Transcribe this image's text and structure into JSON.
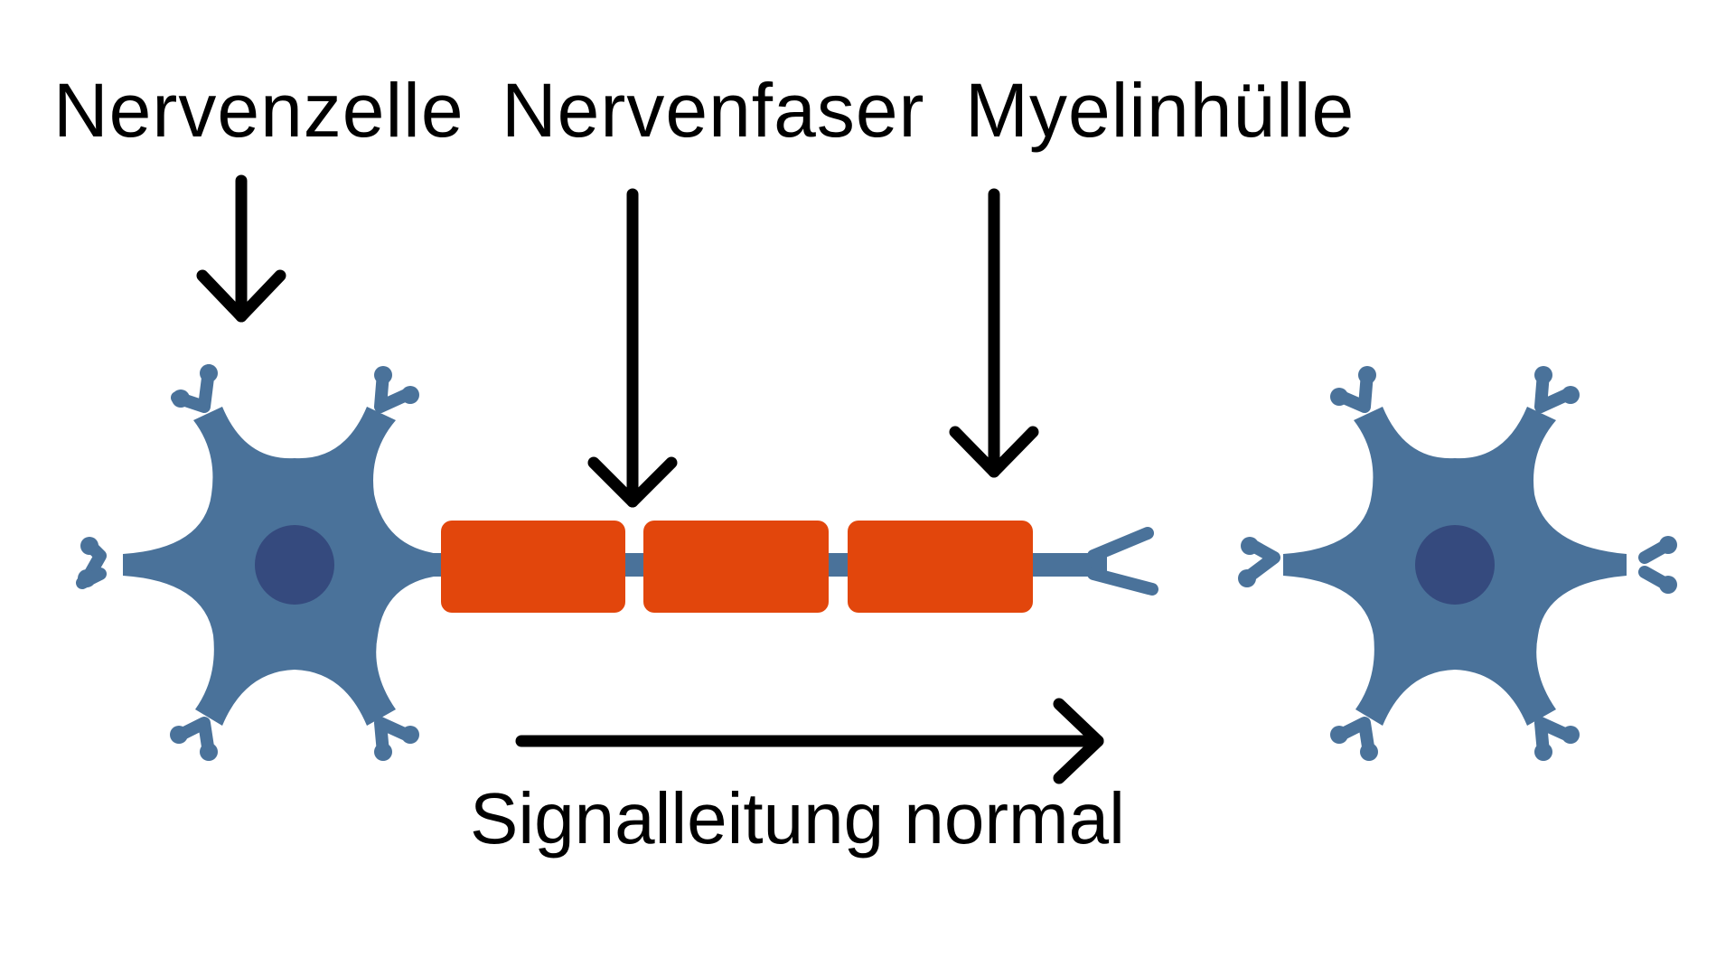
{
  "labels": {
    "nerve_cell": "Nervenzelle",
    "nerve_fiber": "Nervenfaser",
    "myelin_sheath": "Myelinhülle",
    "signal": "Signalleitung normal"
  },
  "colors": {
    "cell_body": "#4a729a",
    "nucleus": "#354a7e",
    "myelin": "#e2460c",
    "arrow": "#000000",
    "background": "#ffffff"
  },
  "icons": {
    "arrow_down": "arrow-down-icon",
    "arrow_right": "arrow-right-icon"
  },
  "myelin_segment_count": 3
}
